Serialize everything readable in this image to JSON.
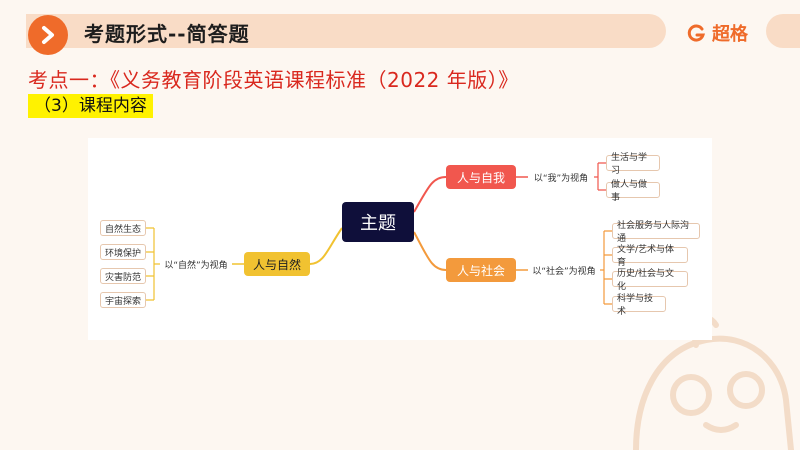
{
  "header": {
    "title": "考题形式--简答题",
    "brand": "超格"
  },
  "subtitle": "考点一：《义务教育阶段英语课程标准（2022 年版）》",
  "section_label": "（3）课程内容",
  "diagram": {
    "root": "主题",
    "branches": {
      "self": {
        "label": "人与自我",
        "perspective": "以“我”为视角",
        "leaves": [
          "生活与学习",
          "做人与做事"
        ]
      },
      "society": {
        "label": "人与社会",
        "perspective": "以“社会”为视角",
        "leaves": [
          "社会服务与人际沟通",
          "文学/艺术与体育",
          "历史/社会与文化",
          "科学与技术"
        ]
      },
      "nature": {
        "label": "人与自然",
        "perspective": "以“自然”为视角",
        "leaves": [
          "自然生态",
          "环境保护",
          "灾害防范",
          "宇宙探索"
        ]
      }
    },
    "colors": {
      "root": "#0f0f3a",
      "self": "#f1574e",
      "society": "#f39a3c",
      "nature": "#f1c231"
    }
  }
}
